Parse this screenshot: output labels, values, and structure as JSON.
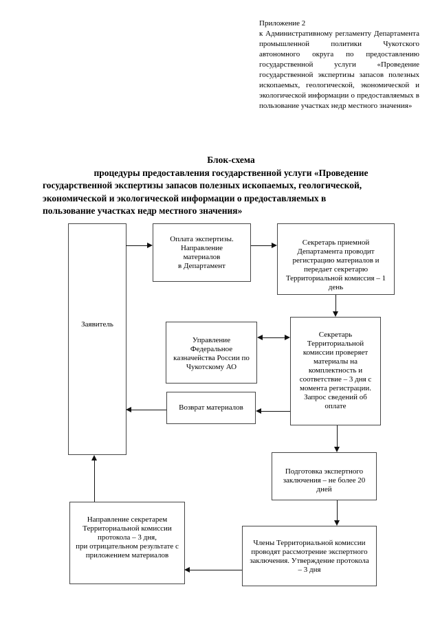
{
  "colors": {
    "page_background": "#ffffff",
    "text": "#000000",
    "box_border": "#444444",
    "connector": "#111111"
  },
  "annex": {
    "label": "Приложение 2",
    "text": "к Административному регламенту Департамента промышленной политики Чукотского автономного округа по предоставлению государственной услуги «Проведение государственной экспертизы запасов полезных ископаемых, геологической, экономической и экологической информации о предоставляемых в пользование участках недр местного значения»"
  },
  "title": {
    "lines": [
      "Блок-схема",
      "процедуры предоставления государственной услуги «Проведение",
      "государственной экспертизы запасов полезных ископаемых, геологической,",
      "экономической и экологической информации о предоставляемых в",
      "пользование участках недр местного значения»"
    ]
  },
  "flowchart": {
    "nodes": {
      "zayavitel": {
        "text": "Заявитель"
      },
      "oplata": {
        "text": "Оплата экспертизы.\nНаправление\nматериалов\nв Департамент"
      },
      "sekretar_priemnoy": {
        "text": "Секретарь приемной\nДепартамента проводит\nрегистрацию материалов и\nпередает секретарю\nТерриториальной комиссия – 1\nдень"
      },
      "upravlenie": {
        "text": "Управление\nФедеральное\nказначейства России по\nЧукотскому АО"
      },
      "sekretar_terr": {
        "text": "Секретарь\nТерриториальной\nкомиссии проверяет\nматериалы на\nкомплектность и\nсоответствие – 3 дня с\nмомента регистрации.\nЗапрос сведений об\nоплате"
      },
      "vozvrat": {
        "text": "Возврат материалов"
      },
      "podgotovka": {
        "text": "Подготовка экспертного\nзаключения – не более 20\nдней"
      },
      "chleny": {
        "text": "Члены Территориальной комиссии\nпроводят рассмотрение экспертного\nзаключения. Утверждение протокола\n– 3 дня"
      },
      "napravlenie": {
        "text": "Направление секретарем\nТерриториальной комиссии\nпротокола – 3 дня,\nпри отрицательном результате с\nприложением материалов"
      }
    },
    "edges": [
      {
        "from": "zayavitel",
        "to": "oplata",
        "type": "arrow"
      },
      {
        "from": "oplata",
        "to": "sekretar_priemnoy",
        "type": "arrow"
      },
      {
        "from": "sekretar_priemnoy",
        "to": "sekretar_terr",
        "type": "arrow"
      },
      {
        "from": "upravlenie",
        "to": "sekretar_terr",
        "type": "double-arrow"
      },
      {
        "from": "sekretar_terr",
        "to": "vozvrat",
        "type": "arrow"
      },
      {
        "from": "vozvrat",
        "to": "zayavitel",
        "type": "arrow"
      },
      {
        "from": "sekretar_terr",
        "to": "podgotovka",
        "type": "arrow"
      },
      {
        "from": "podgotovka",
        "to": "chleny",
        "type": "arrow"
      },
      {
        "from": "chleny",
        "to": "napravlenie",
        "type": "arrow"
      },
      {
        "from": "napravlenie",
        "to": "zayavitel",
        "type": "arrow"
      }
    ]
  }
}
